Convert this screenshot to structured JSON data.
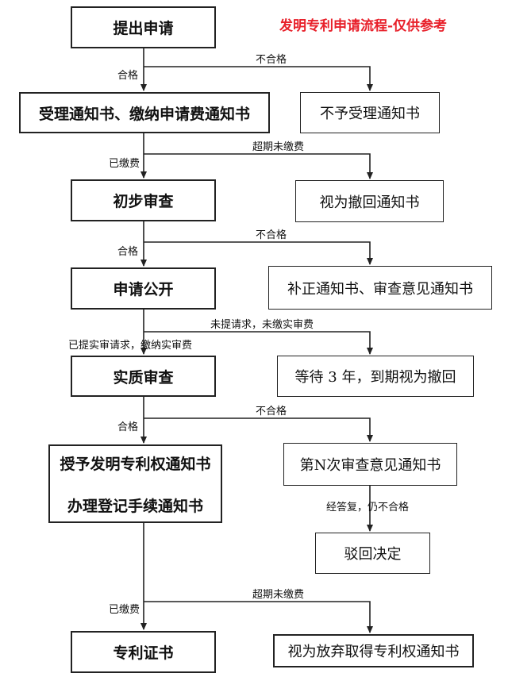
{
  "title": "发明专利申请流程-仅供参考",
  "steps": {
    "submit": "提出申请",
    "accept_notice": "受理通知书、缴纳申请费通知书",
    "prelim_exam": "初步审查",
    "publication": "申请公开",
    "substantive_exam": "实质审查",
    "grant_line1": "授予发明专利权通知书",
    "grant_line2": "办理登记手续通知书",
    "certificate": "专利证书"
  },
  "side_boxes": {
    "reject_accept": "不予受理通知书",
    "withdrawn": "视为撤回通知书",
    "correction": "补正通知书、审查意见通知书",
    "wait": "等待 3 年，到期视为撤回",
    "nth_opinion": "第N次审查意见通知书",
    "rejection": "驳回决定",
    "abandon": "视为放弃取得专利权通知书"
  },
  "labels": {
    "qualified_1": "合格",
    "unqualified_1": "不合格",
    "fee_paid_1": "已缴费",
    "overdue_1": "超期未缴费",
    "qualified_2": "合格",
    "unqualified_2": "不合格",
    "exam_requested": "已提实审请求，缴纳实审费",
    "not_requested": "未提请求，未缴实审费",
    "qualified_3": "合格",
    "unqualified_3": "不合格",
    "after_reply": "经答复，仍不合格",
    "fee_paid_2": "已缴费",
    "overdue_2": "超期未缴费"
  },
  "colors": {
    "title": "#e8202a",
    "line": "#222222"
  }
}
